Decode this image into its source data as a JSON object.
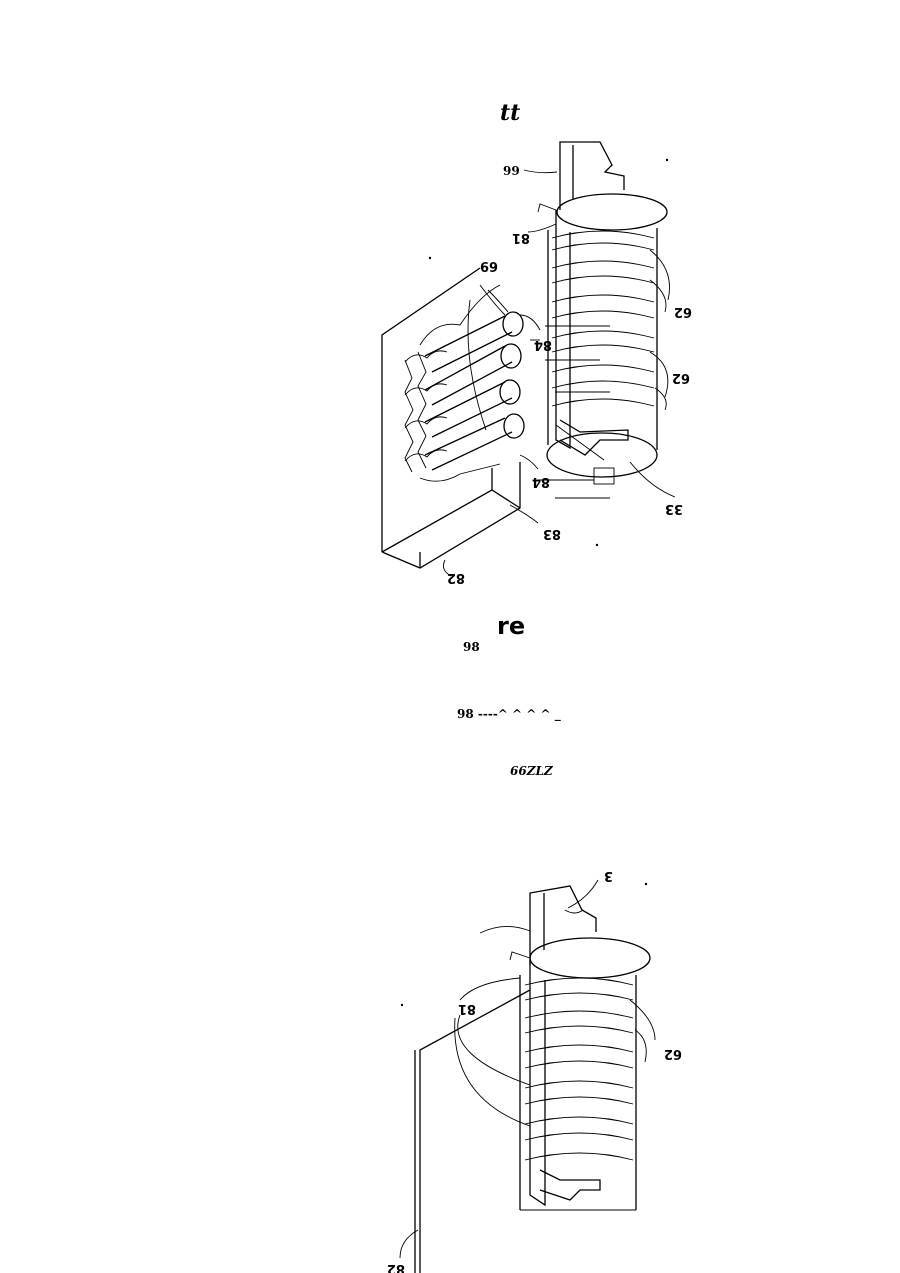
{
  "figure_top": {
    "heading": "tt",
    "labels": {
      "l99": "99",
      "l81": "81",
      "l69": "69",
      "l62a": "62",
      "l84a": "84",
      "l62b": "62",
      "l84b": "84",
      "l33": "33",
      "l83": "83",
      "l82": "82"
    }
  },
  "middle_text": {
    "heading": "re",
    "label_98a": "98",
    "label_98b": "98 ----^ ^ ^ ^ _",
    "label_66zlz": "66ZLZ"
  },
  "figure_bottom": {
    "labels": {
      "l3": "3",
      "l81": "81",
      "l62": "62",
      "l82": "82"
    }
  }
}
